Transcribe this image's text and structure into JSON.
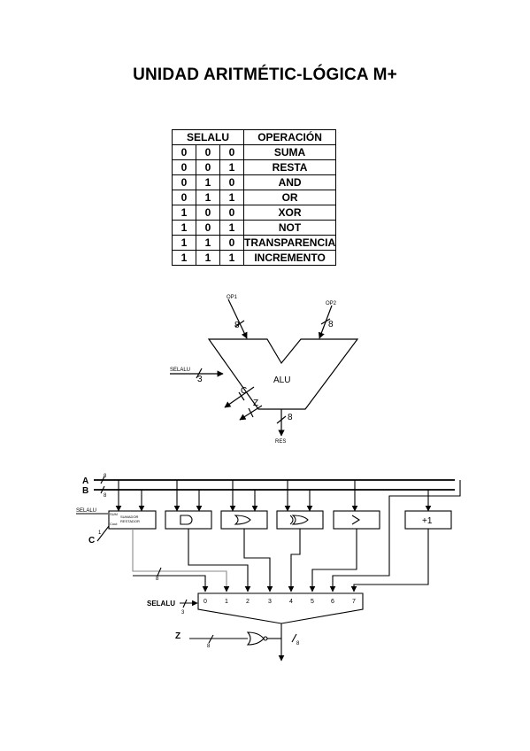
{
  "title": "UNIDAD ARITMÉTIC-LÓGICA M+",
  "table": {
    "header_selalu": "SELALU",
    "header_operacion": "OPERACIÓN",
    "rows": [
      {
        "b2": "0",
        "b1": "0",
        "b0": "0",
        "op": "SUMA"
      },
      {
        "b2": "0",
        "b1": "0",
        "b0": "1",
        "op": "RESTA"
      },
      {
        "b2": "0",
        "b1": "1",
        "b0": "0",
        "op": "AND"
      },
      {
        "b2": "0",
        "b1": "1",
        "b0": "1",
        "op": "OR"
      },
      {
        "b2": "1",
        "b1": "0",
        "b0": "0",
        "op": "XOR"
      },
      {
        "b2": "1",
        "b1": "0",
        "b0": "1",
        "op": "NOT"
      },
      {
        "b2": "1",
        "b1": "1",
        "b0": "0",
        "op": "TRANSPARENCIA"
      },
      {
        "b2": "1",
        "b1": "1",
        "b0": "1",
        "op": "INCREMENTO"
      }
    ]
  },
  "alu": {
    "op1": "OP1",
    "op2": "OP2",
    "op1_width": "8",
    "op2_width": "8",
    "selalu": "SELALU",
    "selalu_width": "3",
    "label": "ALU",
    "c": "C",
    "z": "Z",
    "res": "RES",
    "res_width": "8"
  },
  "circuit": {
    "a": "A",
    "b": "B",
    "a_width": "8",
    "b_width": "8",
    "selalu_in": "SELALU",
    "c": "C",
    "c_width": "1",
    "adder_line1": "SUMADOR",
    "adder_line2": "RESTADOR",
    "adder_pin1": "SUM",
    "adder_pin2": "Cout",
    "bus_width": "8",
    "inc_label": "+1",
    "mux_inputs": [
      "0",
      "1",
      "2",
      "3",
      "4",
      "5",
      "6",
      "7"
    ],
    "mux_sel": "SELALU",
    "mux_sel_width": "3",
    "z": "Z",
    "z_width": "8",
    "out_width": "8"
  }
}
